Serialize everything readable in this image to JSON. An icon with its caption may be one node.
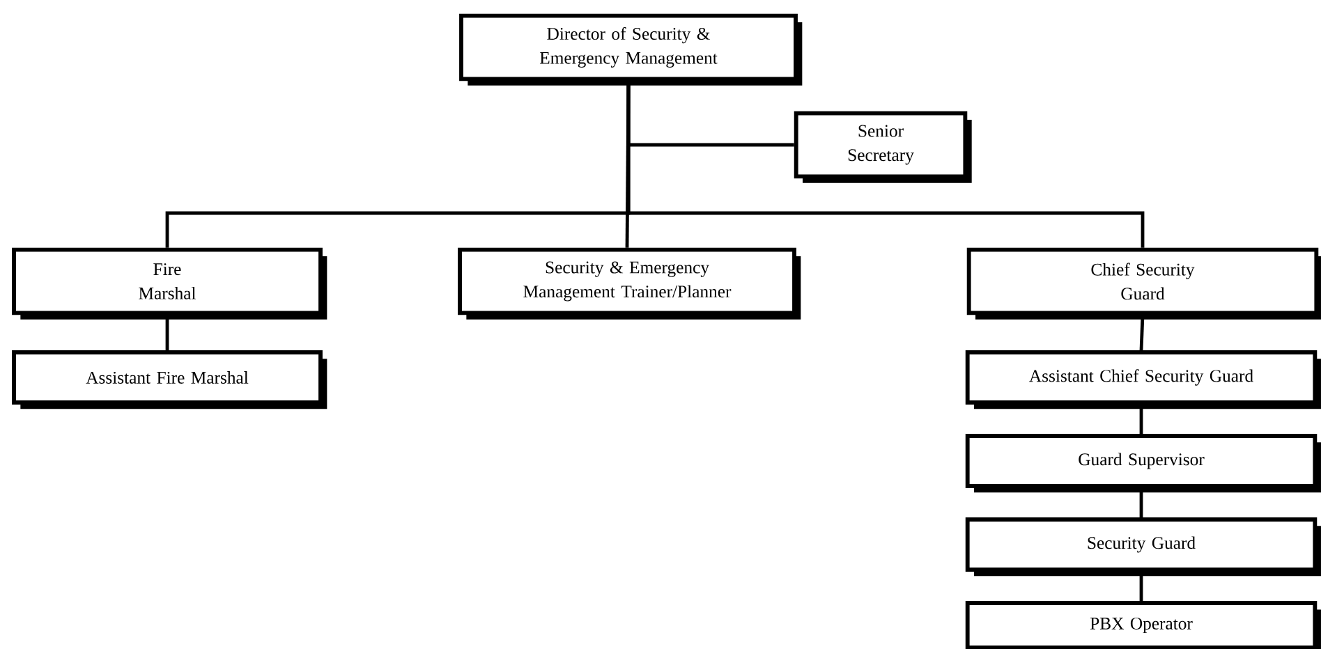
{
  "diagram": {
    "nodes": [
      {
        "text": [
          "Director of Security & Emergency Management"
        ]
      },
      {
        "text": [
          "Senior Secretary"
        ]
      },
      {
        "text": [
          "Fire Marshal"
        ]
      },
      {
        "text": [
          "Security & Emergency Management Trainer/Planner"
        ]
      },
      {
        "text": [
          "Chief Security Guard"
        ]
      },
      {
        "text": [
          "Assistant Fire Marshal"
        ]
      },
      {
        "text": [
          "Assistant Chief Security Guard"
        ]
      },
      {
        "text": [
          "Guard Supervisor"
        ]
      },
      {
        "text": [
          "Security Guard"
        ]
      },
      {
        "text": [
          "PBX Operator"
        ]
      }
    ],
    "edges": [
      {
        "from": 0,
        "to": 1,
        "arrow": "none"
      },
      {
        "from": 0,
        "to": 2,
        "arrow": "none"
      },
      {
        "from": 0,
        "to": 3,
        "arrow": "none"
      },
      {
        "from": 0,
        "to": 4,
        "arrow": "none"
      },
      {
        "from": 2,
        "to": 5,
        "arrow": "none"
      },
      {
        "from": 4,
        "to": 6,
        "arrow": "none"
      },
      {
        "from": 6,
        "to": 7,
        "arrow": "none"
      },
      {
        "from": 7,
        "to": 8,
        "arrow": "none"
      },
      {
        "from": 8,
        "to": 9,
        "arrow": "none"
      }
    ]
  }
}
